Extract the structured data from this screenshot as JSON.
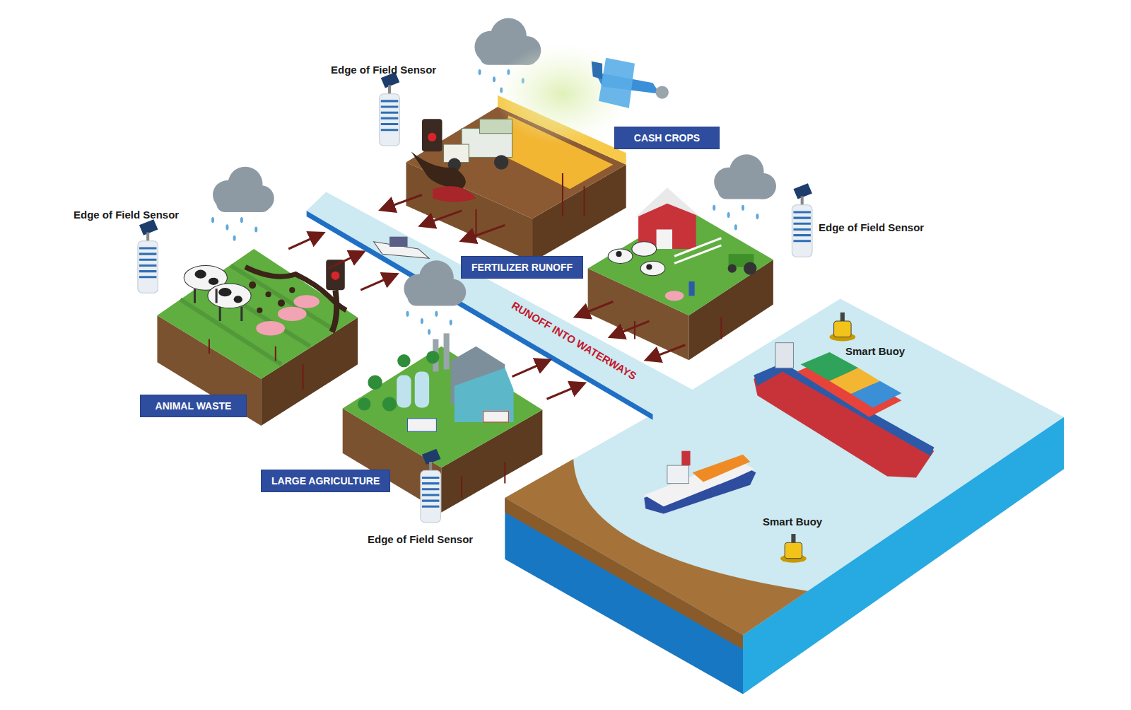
{
  "diagram": {
    "nodes": [
      {
        "text": [
          "CASH CROPS"
        ]
      },
      {
        "text": [
          "FERTILIZER RUNOFF"
        ]
      },
      {
        "text": [
          "ANIMAL WASTE"
        ]
      },
      {
        "text": [
          "LARGE AGRICULTURE"
        ]
      }
    ],
    "labels": [
      "Edge of Field Sensor",
      "Edge of Field Sensor",
      "Edge of Field Sensor",
      "RUNOFF INTO WATERWAYS",
      "Smart Buoy",
      "Smart Buoy",
      "Edge of Field Sensor"
    ]
  }
}
